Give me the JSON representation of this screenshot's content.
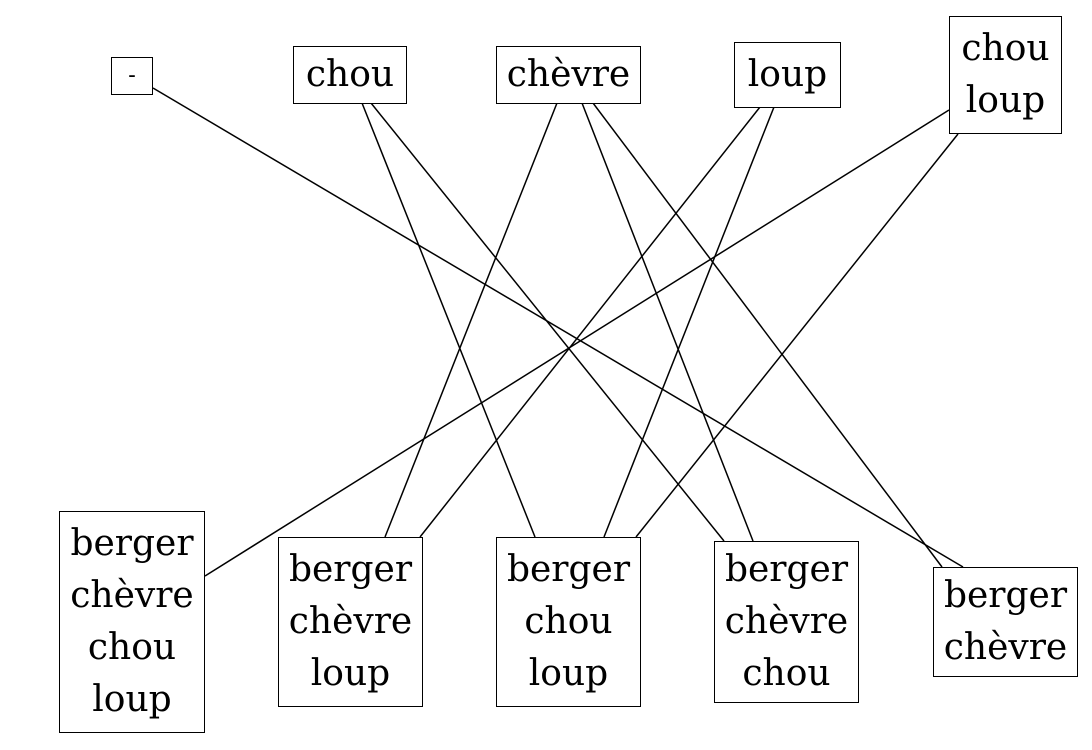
{
  "top_nodes": [
    {
      "id": "t0",
      "lines": [
        "-"
      ]
    },
    {
      "id": "t1",
      "lines": [
        "chou"
      ]
    },
    {
      "id": "t2",
      "lines": [
        "chèvre"
      ]
    },
    {
      "id": "t3",
      "lines": [
        "loup"
      ]
    },
    {
      "id": "t4",
      "lines": [
        "chou",
        "loup"
      ]
    }
  ],
  "bottom_nodes": [
    {
      "id": "b0",
      "lines": [
        "berger",
        "chèvre",
        "chou",
        "loup"
      ]
    },
    {
      "id": "b1",
      "lines": [
        "berger",
        "chèvre",
        "loup"
      ]
    },
    {
      "id": "b2",
      "lines": [
        "berger",
        "chou",
        "loup"
      ]
    },
    {
      "id": "b3",
      "lines": [
        "berger",
        "chèvre",
        "chou"
      ]
    },
    {
      "id": "b4",
      "lines": [
        "berger",
        "chèvre"
      ]
    }
  ],
  "edges": [
    {
      "from": "t0",
      "to": "b4"
    },
    {
      "from": "t1",
      "to": "b2"
    },
    {
      "from": "t1",
      "to": "b3"
    },
    {
      "from": "t2",
      "to": "b1"
    },
    {
      "from": "t2",
      "to": "b3"
    },
    {
      "from": "t2",
      "to": "b4"
    },
    {
      "from": "t3",
      "to": "b1"
    },
    {
      "from": "t3",
      "to": "b2"
    },
    {
      "from": "t4",
      "to": "b0"
    },
    {
      "from": "t4",
      "to": "b2"
    }
  ]
}
